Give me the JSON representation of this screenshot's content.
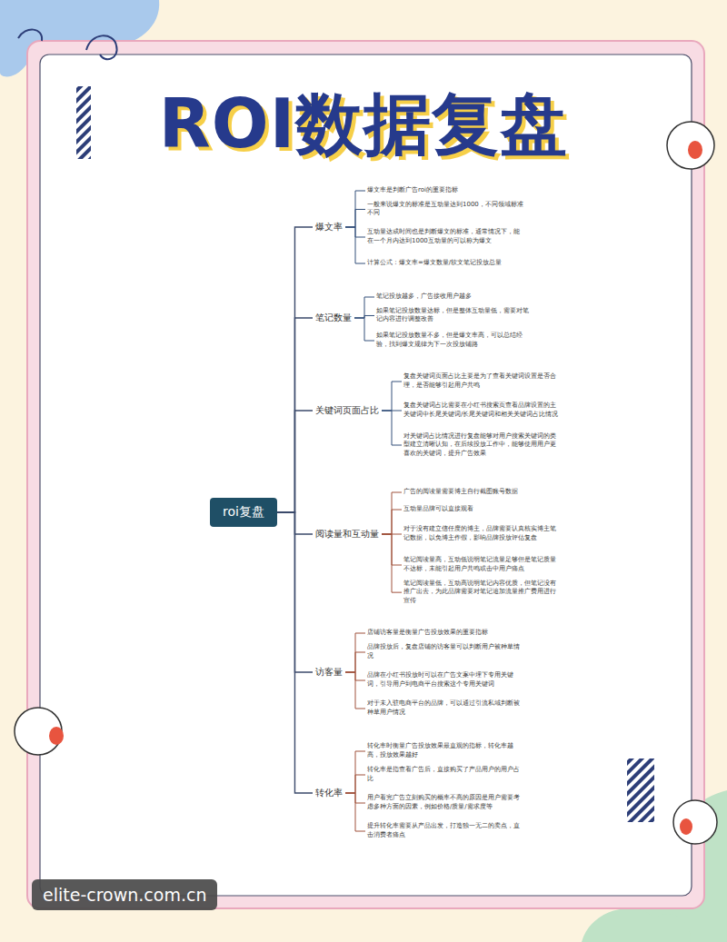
{
  "diagram": {
    "title": "ROI数据复盘",
    "nodes": [
      {
        "text": [
          "roi复盘"
        ]
      },
      {
        "text": [
          "爆文率"
        ]
      },
      {
        "text": [
          "爆文率是判断广告roi的重要指标"
        ]
      },
      {
        "text": [
          "一般来说爆文的标准是互动量达到1000，不同领域标准不同"
        ]
      },
      {
        "text": [
          "互动量达成时间也是判断爆文的标准，通常情况下，能在一个月内达到1000互动量的可以称为爆文"
        ]
      },
      {
        "text": [
          "计算公式：爆文率=爆文数量/软文笔记投放总量"
        ]
      },
      {
        "text": [
          "笔记数量"
        ]
      },
      {
        "text": [
          "笔记投放越多，广告接收用户越多"
        ]
      },
      {
        "text": [
          "如果笔记投放数量达标，但是整体互动量低，需要对笔记内容进行调整改善"
        ]
      },
      {
        "text": [
          "如果笔记投放数量不多，但是爆文率高，可以总结经验，找到爆文规律为下一次投放铺路"
        ]
      },
      {
        "text": [
          "关键词页面占比"
        ]
      },
      {
        "text": [
          "复盘关键词页面占比主要是为了查看关键词设置是否合理，是否能够引起用户共鸣"
        ]
      },
      {
        "text": [
          "复盘关键词占比需要在小红书搜索页查看品牌设置的主关键词中长尾关键词/长尾关键词和相关关键词占比情况"
        ]
      },
      {
        "text": [
          "对关键词占比情况进行复盘能够对用户搜索关键词的类型建立清晰认知，在后续投放工作中，能够使用用户更喜欢的关键词，提升广告效果"
        ]
      },
      {
        "text": [
          "阅读量和互动量"
        ]
      },
      {
        "text": [
          "广告的阅读量需要博主自行截图账号数据"
        ]
      },
      {
        "text": [
          "互动量品牌可以直接观看"
        ]
      },
      {
        "text": [
          "对于没有建立信任度的博主，品牌需要认真核实博主笔记数据，以免博主作假，影响品牌投放评估复盘"
        ]
      },
      {
        "text": [
          "笔记阅读量高，互动低说明笔记流量足够但是笔记质量不达标，未能引起用户共鸣或击中用户痛点"
        ]
      },
      {
        "text": [
          "笔记阅读量低，互动高说明笔记内容优质，但笔记没有推广出去，为此品牌需要对笔记追加流量推广费用进行宣传"
        ]
      },
      {
        "text": [
          "访客量"
        ]
      },
      {
        "text": [
          "店铺访客量是衡量广告投放效果的重要指标"
        ]
      },
      {
        "text": [
          "品牌投放后，复盘店铺的访客量可以判断用户被种草情况"
        ]
      },
      {
        "text": [
          "品牌在小红书投放时可以在广告文案中埋下专用关键词，引导用户到电商平台搜索这个专用关键词"
        ]
      },
      {
        "text": [
          "对于未入驻电商平台的品牌，可以通过引流私域判断被种草用户情况"
        ]
      },
      {
        "text": [
          "转化率"
        ]
      },
      {
        "text": [
          "转化率时衡量广告投放效果最直观的指标，转化率越高，投放效果越好"
        ]
      },
      {
        "text": [
          "转化率是指查看广告后，直接购买了产品用户的用户占比"
        ]
      },
      {
        "text": [
          "用户看完广告立刻购买的概率不高的原因是用户需要考虑多种方面的因素，例如价格/质量/需求度等"
        ]
      },
      {
        "text": [
          "提升转化率需要从产品出发，打造独一无二的卖点，直击消费者痛点"
        ]
      }
    ],
    "edges": [
      {
        "from": 0,
        "to": 1,
        "arrow": "none"
      },
      {
        "from": 0,
        "to": 6,
        "arrow": "none"
      },
      {
        "from": 0,
        "to": 10,
        "arrow": "none"
      },
      {
        "from": 0,
        "to": 14,
        "arrow": "none"
      },
      {
        "from": 0,
        "to": 20,
        "arrow": "none"
      },
      {
        "from": 0,
        "to": 25,
        "arrow": "none"
      },
      {
        "from": 1,
        "to": 2,
        "arrow": "none"
      },
      {
        "from": 1,
        "to": 3,
        "arrow": "none"
      },
      {
        "from": 1,
        "to": 4,
        "arrow": "none"
      },
      {
        "from": 1,
        "to": 5,
        "arrow": "none"
      },
      {
        "from": 6,
        "to": 7,
        "arrow": "none"
      },
      {
        "from": 6,
        "to": 8,
        "arrow": "none"
      },
      {
        "from": 6,
        "to": 9,
        "arrow": "none"
      },
      {
        "from": 10,
        "to": 11,
        "arrow": "none"
      },
      {
        "from": 10,
        "to": 12,
        "arrow": "none"
      },
      {
        "from": 10,
        "to": 13,
        "arrow": "none"
      },
      {
        "from": 14,
        "to": 15,
        "arrow": "none"
      },
      {
        "from": 14,
        "to": 16,
        "arrow": "none"
      },
      {
        "from": 14,
        "to": 17,
        "arrow": "none"
      },
      {
        "from": 14,
        "to": 18,
        "arrow": "none"
      },
      {
        "from": 14,
        "to": 19,
        "arrow": "none"
      },
      {
        "from": 20,
        "to": 21,
        "arrow": "none"
      },
      {
        "from": 20,
        "to": 22,
        "arrow": "none"
      },
      {
        "from": 20,
        "to": 23,
        "arrow": "none"
      },
      {
        "from": 20,
        "to": 24,
        "arrow": "none"
      },
      {
        "from": 25,
        "to": 26,
        "arrow": "none"
      },
      {
        "from": 25,
        "to": 27,
        "arrow": "none"
      },
      {
        "from": 25,
        "to": 28,
        "arrow": "none"
      },
      {
        "from": 25,
        "to": 29,
        "arrow": "none"
      }
    ],
    "labels": [
      "elite-crown.com.cn"
    ]
  }
}
